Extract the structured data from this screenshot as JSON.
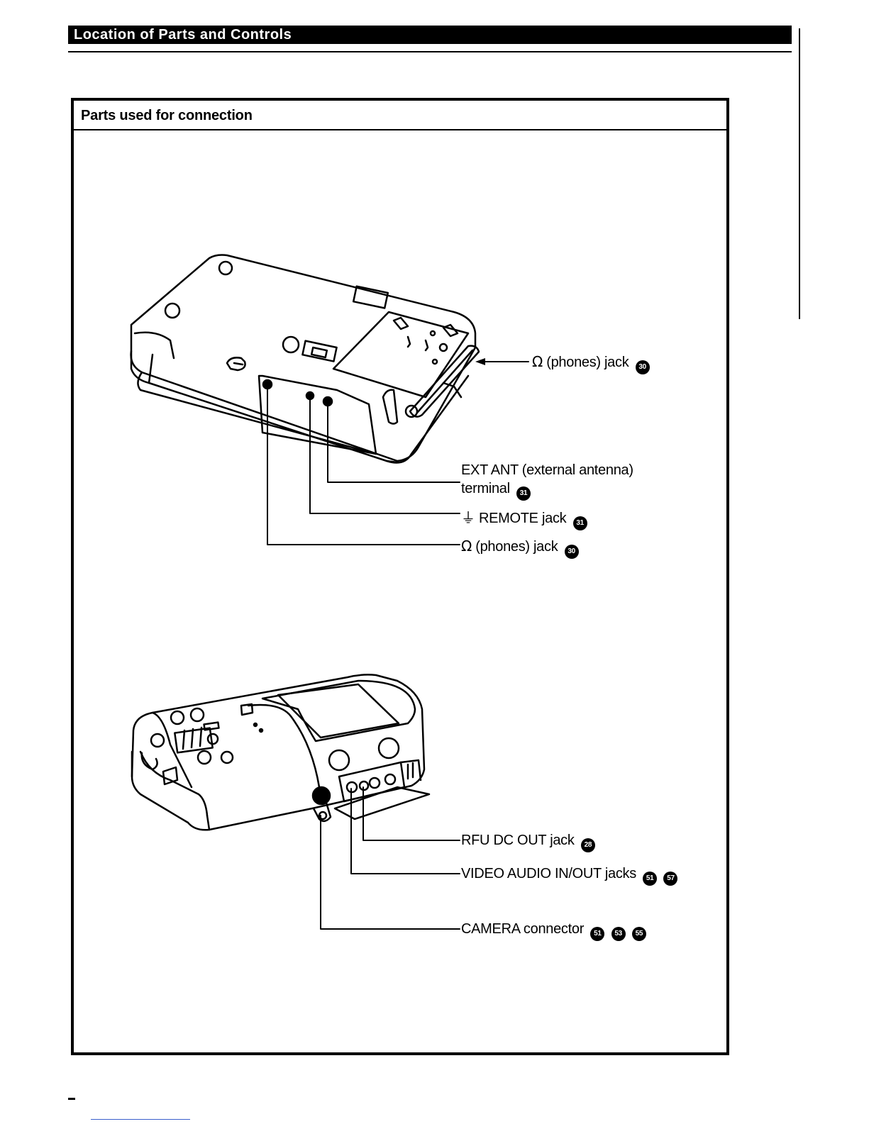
{
  "header": {
    "title": "Location of Parts and Controls"
  },
  "section": {
    "title": "Parts used for connection"
  },
  "top_diagram": {
    "labels": {
      "phones_right": {
        "text": "(phones) jack",
        "icon": "headphones-icon",
        "icon_glyph": "Ω",
        "refs": [
          "30"
        ]
      },
      "ext_ant_line1": {
        "text": "EXT ANT (external antenna)"
      },
      "ext_ant_line2": {
        "text": "terminal",
        "refs": [
          "31"
        ]
      },
      "remote": {
        "text": "REMOTE jack",
        "icon": "remote-icon",
        "icon_glyph": "⏚",
        "refs": [
          "31"
        ]
      },
      "phones_bottom": {
        "text": "(phones) jack",
        "icon": "headphones-icon",
        "icon_glyph": "Ω",
        "refs": [
          "30"
        ]
      }
    }
  },
  "bottom_diagram": {
    "labels": {
      "rfu": {
        "text": "RFU DC OUT jack",
        "refs": [
          "28"
        ]
      },
      "video_audio": {
        "text": "VIDEO AUDIO IN/OUT jacks",
        "refs": [
          "51",
          "57"
        ]
      },
      "camera": {
        "text": "CAMERA connector",
        "refs": [
          "51",
          "53",
          "55"
        ]
      }
    }
  }
}
